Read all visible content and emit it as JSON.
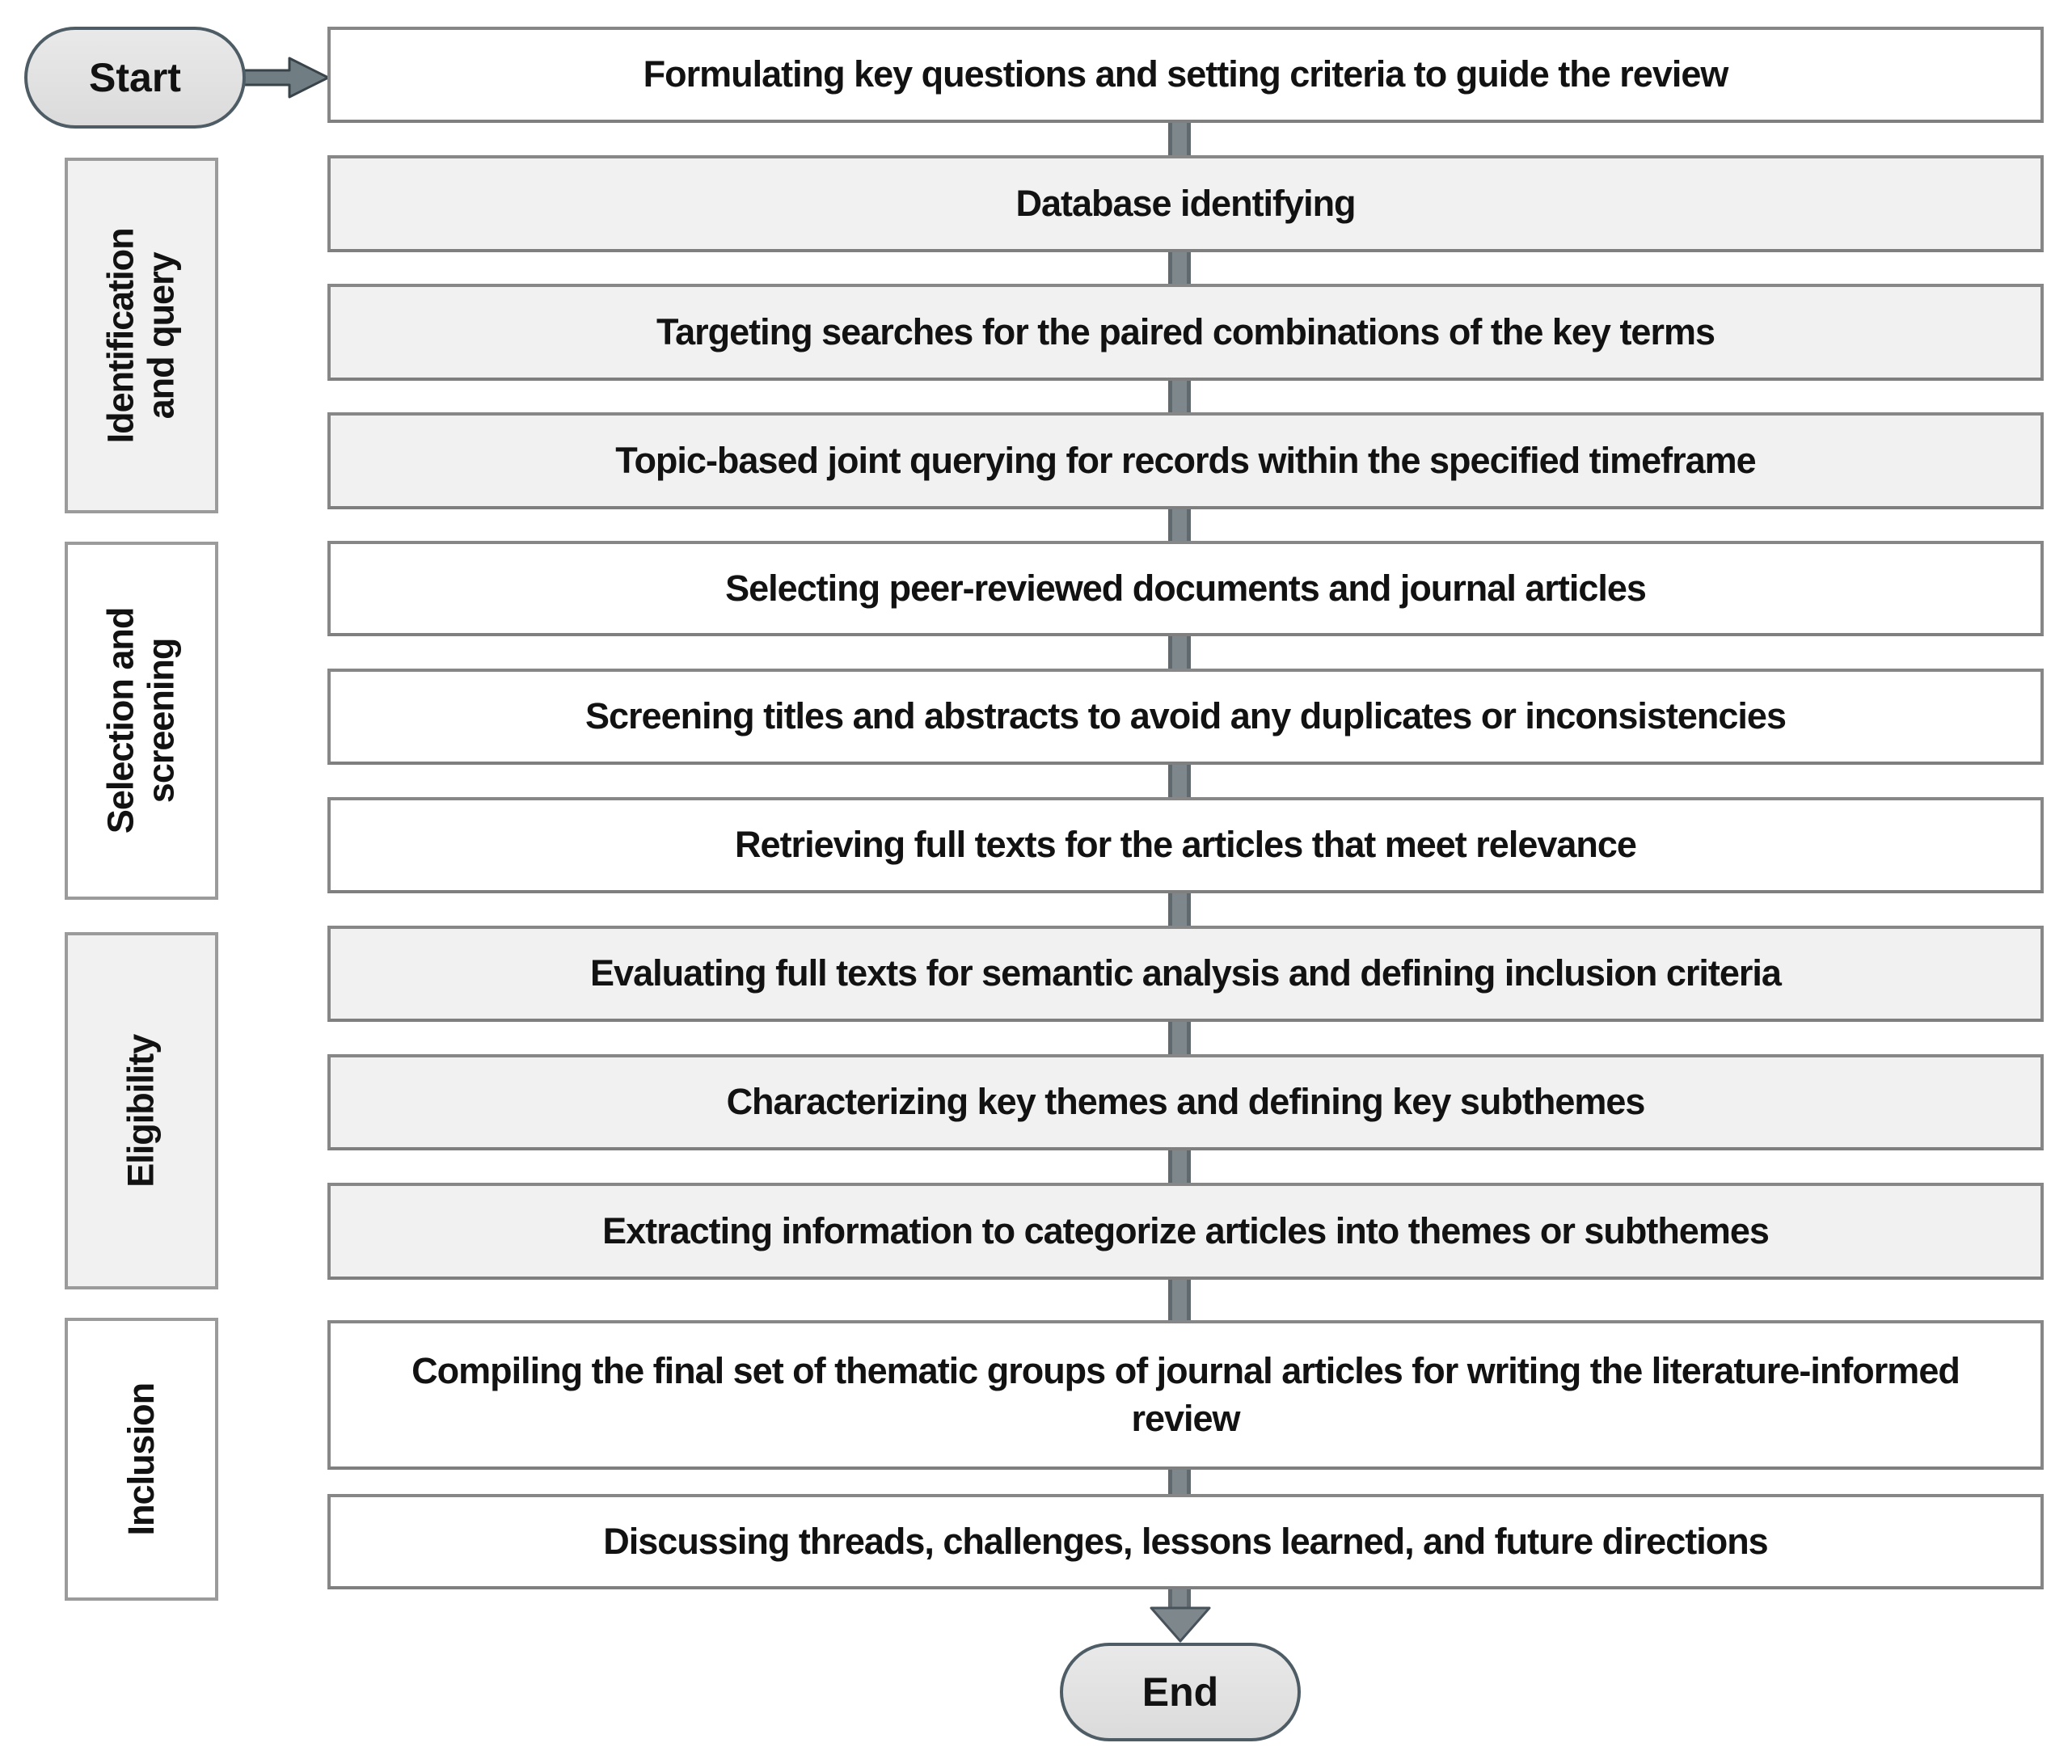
{
  "flowchart": {
    "start": {
      "label": "Start"
    },
    "end": {
      "label": "End"
    },
    "phases": [
      {
        "label": "Identification\nand query",
        "variant": "gray"
      },
      {
        "label": "Selection and\nscreening",
        "variant": "white"
      },
      {
        "label": "Eligibility",
        "variant": "gray"
      },
      {
        "label": "Inclusion",
        "variant": "white"
      }
    ],
    "steps": [
      {
        "text": "Formulating key questions and setting criteria to guide the review",
        "variant": "white",
        "phase": null
      },
      {
        "text": "Database identifying",
        "variant": "gray",
        "phase": "Identification and query"
      },
      {
        "text": "Targeting searches for the paired combinations of the key terms",
        "variant": "gray",
        "phase": "Identification and query"
      },
      {
        "text": "Topic-based joint querying for records within the specified timeframe",
        "variant": "gray",
        "phase": "Identification and query"
      },
      {
        "text": "Selecting peer-reviewed documents and journal articles",
        "variant": "white",
        "phase": "Selection and screening"
      },
      {
        "text": "Screening titles and abstracts to avoid any duplicates or inconsistencies",
        "variant": "white",
        "phase": "Selection and screening"
      },
      {
        "text": "Retrieving full texts for the articles that meet relevance",
        "variant": "white",
        "phase": "Selection and screening"
      },
      {
        "text": "Evaluating full texts for semantic analysis and defining inclusion criteria",
        "variant": "gray",
        "phase": "Eligibility"
      },
      {
        "text": "Characterizing key themes and defining key subthemes",
        "variant": "gray",
        "phase": "Eligibility"
      },
      {
        "text": "Extracting information to categorize articles into themes or subthemes",
        "variant": "gray",
        "phase": "Eligibility"
      },
      {
        "text": "Compiling the final set of thematic groups of journal articles for writing the literature-informed review",
        "variant": "white",
        "phase": "Inclusion"
      },
      {
        "text": "Discussing threads, challenges, lessons learned, and future directions",
        "variant": "white",
        "phase": "Inclusion"
      }
    ],
    "colors": {
      "step_border": "#878787",
      "phase_border": "#9b9b9b",
      "gray_fill": "#f1f1f1",
      "white_fill": "#ffffff",
      "terminal_fill": "#e2e2e2",
      "terminal_border": "#4e5d65",
      "connector_fill": "#7e888c",
      "connector_edge": "#606a6e",
      "text": "#121212"
    }
  }
}
